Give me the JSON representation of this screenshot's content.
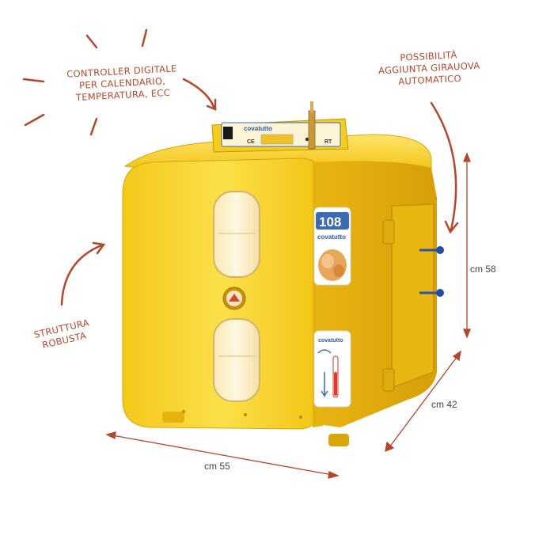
{
  "annotations": {
    "controller": [
      "CONTROLLER DIGITALE",
      "PER CALENDARIO,",
      "TEMPERATURA, ECC"
    ],
    "turner": [
      "POSSIBILITÀ",
      "AGGIUNTA GIRAUOVA",
      "AUTOMATICO"
    ],
    "structure": [
      "STRUTTURA",
      "ROBUSTA"
    ]
  },
  "dimensions": {
    "height": "cm 58",
    "depth": "cm 42",
    "width": "cm 55"
  },
  "product": {
    "brand": "covatutto",
    "model_number": "108",
    "panel_badge": "CE",
    "panel_code": "RT",
    "colors": {
      "body": "#f7d21f",
      "body_shadow": "#d9a50c",
      "window": "#fdf1c8",
      "annotation": "#b5462a",
      "dimension_line": "#b5462a"
    }
  }
}
